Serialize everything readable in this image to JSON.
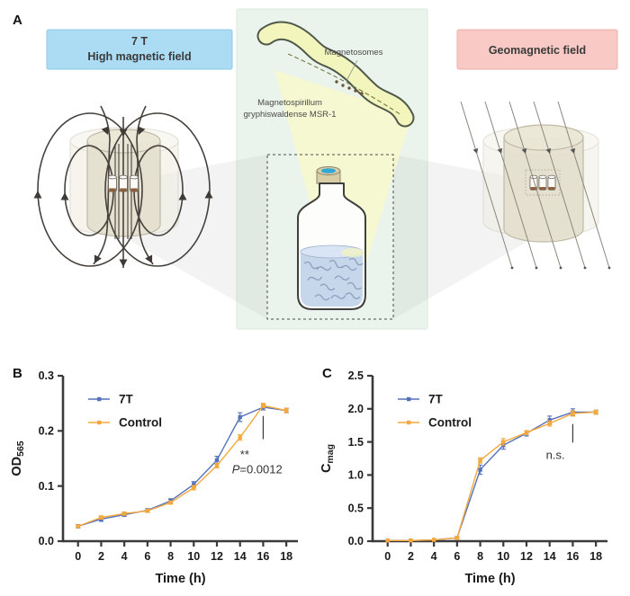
{
  "panel_a": {
    "label": "A",
    "high_field_box": {
      "line1": "7 T",
      "line2": "High magnetic field"
    },
    "geo_field_box": {
      "label": "Geomagnetic field"
    },
    "magnetosomes_label": "Magnetosomes",
    "organism": {
      "line1": "Magnetospirillum",
      "line2": "gryphiswaldense MSR-1"
    }
  },
  "colors": {
    "high_field_bg": "#ABDCF4",
    "high_field_border": "#8FC8E6",
    "geo_field_bg": "#F9C9C5",
    "geo_field_border": "#EFB0AB",
    "series_7t": "#5571B9",
    "series_control": "#F5A93C"
  },
  "chart_data": [
    {
      "id": "chart-b",
      "panel_label": "B",
      "type": "line",
      "xlabel": "Time (h)",
      "ylabel": "OD",
      "ylabel_subscript": "565",
      "x": [
        0,
        2,
        4,
        6,
        8,
        10,
        12,
        14,
        16,
        18
      ],
      "xticks": [
        0,
        2,
        4,
        6,
        8,
        10,
        12,
        14,
        16,
        18
      ],
      "xlim": [
        -1.3,
        19
      ],
      "ylim": [
        0,
        0.3
      ],
      "yticks": [
        0,
        0.1,
        0.2,
        0.3
      ],
      "ytick_labels": [
        "0.0",
        "0.1",
        "0.2",
        "0.3"
      ],
      "legend_position": "top-left",
      "grid": false,
      "series": [
        {
          "name": "7T",
          "color": "#5571B9",
          "values": [
            0.027,
            0.04,
            0.048,
            0.056,
            0.073,
            0.103,
            0.147,
            0.225,
            0.243,
            0.237
          ],
          "errors": [
            0.003,
            0.004,
            0.003,
            0.003,
            0.004,
            0.005,
            0.007,
            0.008,
            0.005,
            0.004
          ]
        },
        {
          "name": "Control",
          "color": "#F5A93C",
          "values": [
            0.027,
            0.043,
            0.05,
            0.055,
            0.07,
            0.097,
            0.137,
            0.188,
            0.246,
            0.237
          ],
          "errors": [
            0.002,
            0.003,
            0.003,
            0.003,
            0.003,
            0.004,
            0.004,
            0.005,
            0.004,
            0.004
          ]
        }
      ],
      "annotation": {
        "line": {
          "x": 16,
          "y1": 0.185,
          "y2": 0.227
        },
        "labels": [
          {
            "x": 14.4,
            "y": 0.15,
            "text": "**",
            "anchor": "middle"
          },
          {
            "x": 13.3,
            "y": 0.123,
            "text": "P=0.0012",
            "anchor": "start",
            "italic_chars": 1
          }
        ]
      }
    },
    {
      "id": "chart-c",
      "panel_label": "C",
      "type": "line",
      "xlabel": "Time (h)",
      "ylabel": "C",
      "ylabel_subscript": "mag",
      "x": [
        0,
        2,
        4,
        6,
        8,
        10,
        12,
        14,
        16,
        18
      ],
      "xticks": [
        0,
        2,
        4,
        6,
        8,
        10,
        12,
        14,
        16,
        18
      ],
      "xlim": [
        -1.3,
        19
      ],
      "ylim": [
        0,
        2.5
      ],
      "yticks": [
        0,
        0.5,
        1,
        1.5,
        2,
        2.5
      ],
      "ytick_labels": [
        "0.0",
        "0.5",
        "1.0",
        "1.5",
        "2.0",
        "2.5"
      ],
      "legend_position": "top-left",
      "grid": false,
      "series": [
        {
          "name": "7T",
          "color": "#5571B9",
          "values": [
            0.01,
            0.01,
            0.02,
            0.05,
            1.08,
            1.45,
            1.63,
            1.83,
            1.95,
            1.95
          ],
          "errors": [
            0,
            0,
            0,
            0.02,
            0.07,
            0.06,
            0.04,
            0.06,
            0.05,
            0.03
          ]
        },
        {
          "name": "Control",
          "color": "#F5A93C",
          "values": [
            0.01,
            0.01,
            0.02,
            0.05,
            1.22,
            1.5,
            1.64,
            1.78,
            1.93,
            1.95
          ],
          "errors": [
            0,
            0,
            0,
            0.02,
            0.04,
            0.05,
            0.03,
            0.04,
            0.04,
            0.03
          ]
        }
      ],
      "annotation": {
        "line": {
          "x": 16,
          "y1": 1.49,
          "y2": 1.77
        },
        "labels": [
          {
            "x": 14.5,
            "y": 1.24,
            "text": "n.s.",
            "anchor": "middle"
          }
        ]
      }
    }
  ]
}
